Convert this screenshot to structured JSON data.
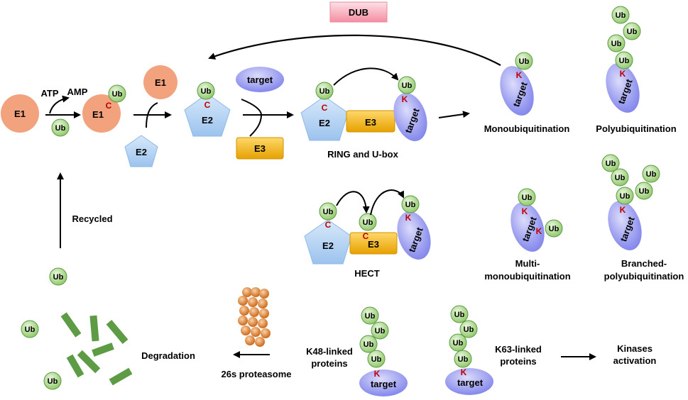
{
  "dub": "DUB",
  "ub": "Ub",
  "e1": "E1",
  "e2": "E2",
  "e3": "E3",
  "target": "target",
  "cys": "C",
  "lys": "K",
  "atp": "ATP",
  "amp": "AMP",
  "ring_label": "RING and U-box",
  "hect_label": "HECT",
  "mono_label": "Monoubiquitination",
  "poly_label": "Polyubiquitination",
  "multi_label_1": "Multi-",
  "multi_label_2": "monoubiquitination",
  "branched_label_1": "Branched-",
  "branched_label_2": "polyubiquitination",
  "recycled": "Recycled",
  "degradation": "Degradation",
  "proteasome": "26s proteasome",
  "k48_1": "K48-linked",
  "k48_2": "proteins",
  "k63_1": "K63-linked",
  "k63_2": "proteins",
  "kinases_1": "Kinases",
  "kinases_2": "activation",
  "colors": {
    "e1": "#f0a27c",
    "e2": "#a9cdf1",
    "e3": "#f4b512",
    "ub": "#a6d683",
    "target": "#8d8ff0",
    "dub": "#f7a8b6",
    "fragment": "#5e9b45"
  }
}
